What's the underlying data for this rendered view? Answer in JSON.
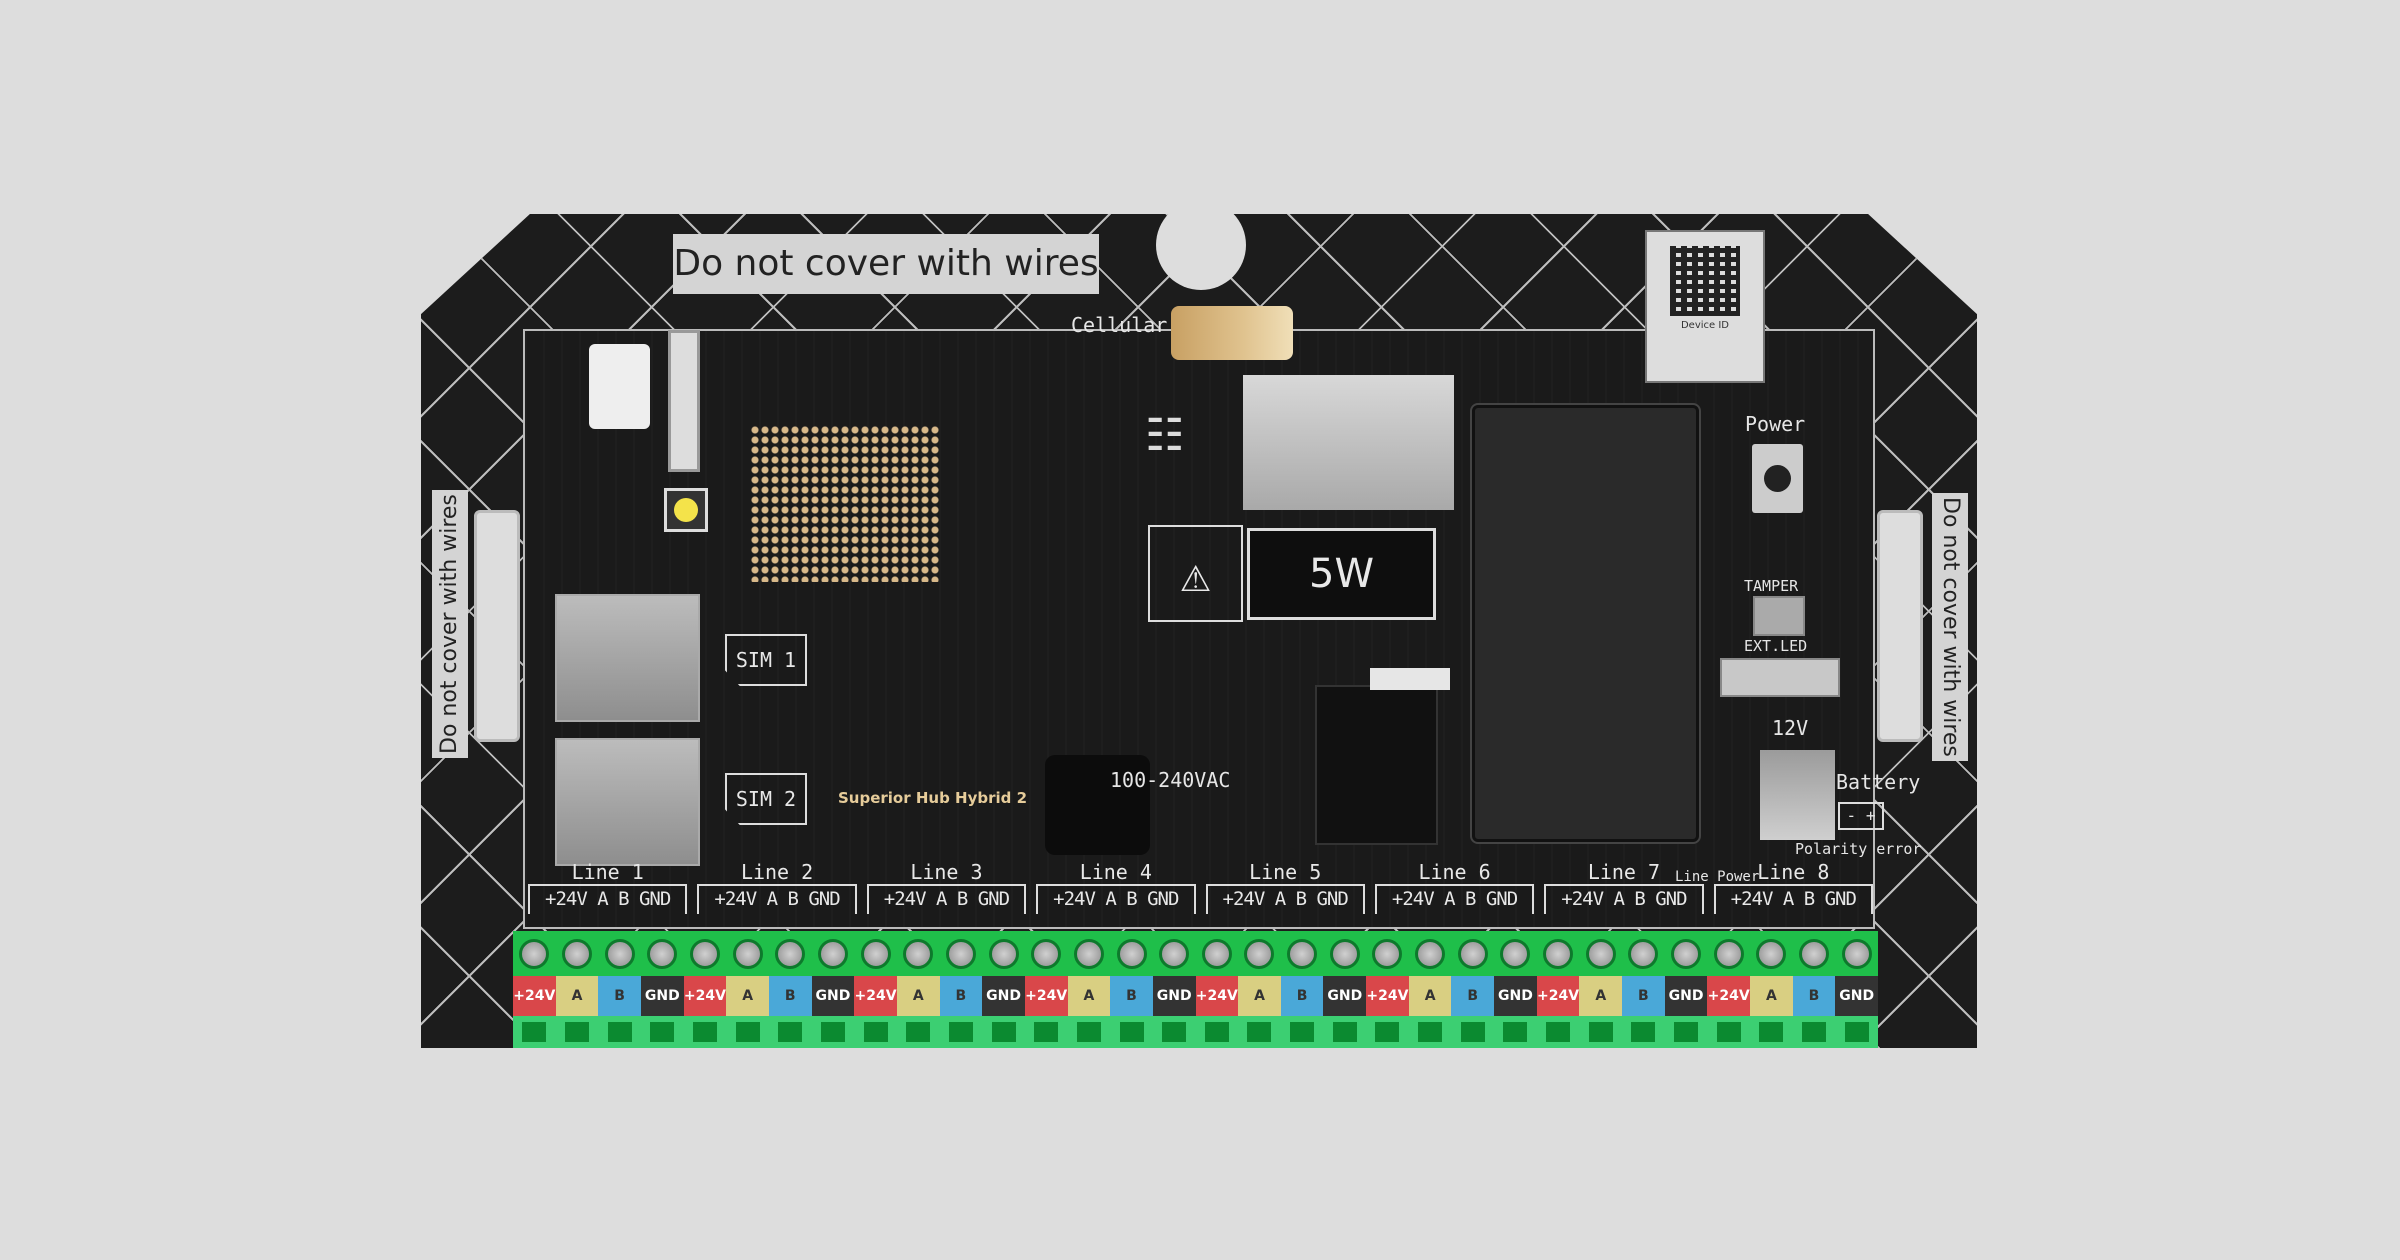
{
  "board": {
    "product_name": "Superior Hub Hybrid 2",
    "warning_label": "Do not cover with wires",
    "qr_caption": "Device ID",
    "cellular_label": "Cellular",
    "sim_labels": [
      "SIM 1",
      "SIM 2"
    ],
    "power_rating": "5W",
    "ac_input": "100-240VAC",
    "power_label": "Power",
    "tamper_label": "TAMPER",
    "ext_led_label": "EXT.LED",
    "voltage_label": "12V",
    "battery_label": "Battery",
    "battery_polarity": "- +",
    "polarity_error_label": "Polarity error",
    "line_power_label": "Line Power",
    "lines": [
      {
        "name": "Line 1",
        "pins": "+24V A B GND"
      },
      {
        "name": "Line 2",
        "pins": "+24V A B GND"
      },
      {
        "name": "Line 3",
        "pins": "+24V A B GND"
      },
      {
        "name": "Line 4",
        "pins": "+24V A B GND"
      },
      {
        "name": "Line 5",
        "pins": "+24V A B GND"
      },
      {
        "name": "Line 6",
        "pins": "+24V A B GND"
      },
      {
        "name": "Line 7",
        "pins": "+24V A B GND"
      },
      {
        "name": "Line 8",
        "pins": "+24V A B GND"
      }
    ],
    "terminal_pins": [
      {
        "label": "+24V",
        "color": "#d9474a"
      },
      {
        "label": "A",
        "color": "#d9cf82"
      },
      {
        "label": "B",
        "color": "#4aa8d8"
      },
      {
        "label": "GND",
        "color": "#333333"
      }
    ]
  }
}
